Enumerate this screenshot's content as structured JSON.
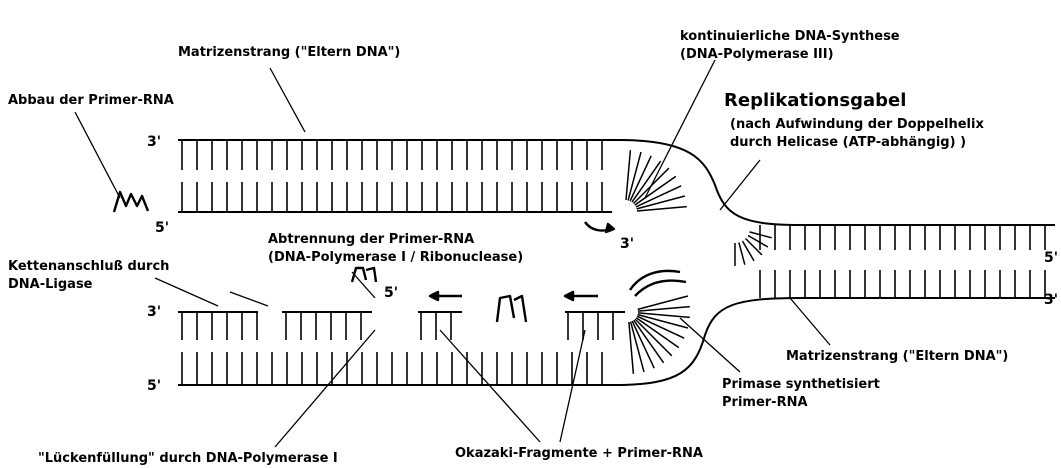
{
  "colors": {
    "ink": "#000000",
    "background": "#ffffff"
  },
  "labels": {
    "matrix_top": "Matrizenstrang (\"Eltern DNA\")",
    "matrix_bottom": "Matrizenstrang (\"Eltern DNA\")",
    "abbau": "Abbau der Primer-RNA",
    "kontinuierlich_1": "kontinuierliche DNA-Synthese",
    "kontinuierlich_2": "(DNA-Polymerase III)",
    "replikationsgabel": "Replikationsgabel",
    "helicase_1": "(nach Aufwindung der Doppelhelix",
    "helicase_2": "durch Helicase (ATP-abhängig) )",
    "abtrennung_1": "Abtrennung der Primer-RNA",
    "abtrennung_2": "(DNA-Polymerase I / Ribonuclease)",
    "ketten_1": "Kettenanschluß durch",
    "ketten_2": "DNA-Ligase",
    "primase_1": "Primase synthetisiert",
    "primase_2": "Primer-RNA",
    "lueckenfuellung": "\"Lückenfüllung\" durch DNA-Polymerase I",
    "okazaki": "Okazaki-Fragmente + Primer-RNA"
  },
  "strand_ends": {
    "top_left_3": "3'",
    "top_left_5": "5'",
    "top_new_3": "3'",
    "lag_left_3": "3'",
    "lag_gap_5": "5'",
    "bottom_left_5": "5'",
    "right_5": "5'",
    "right_3": "3'"
  }
}
